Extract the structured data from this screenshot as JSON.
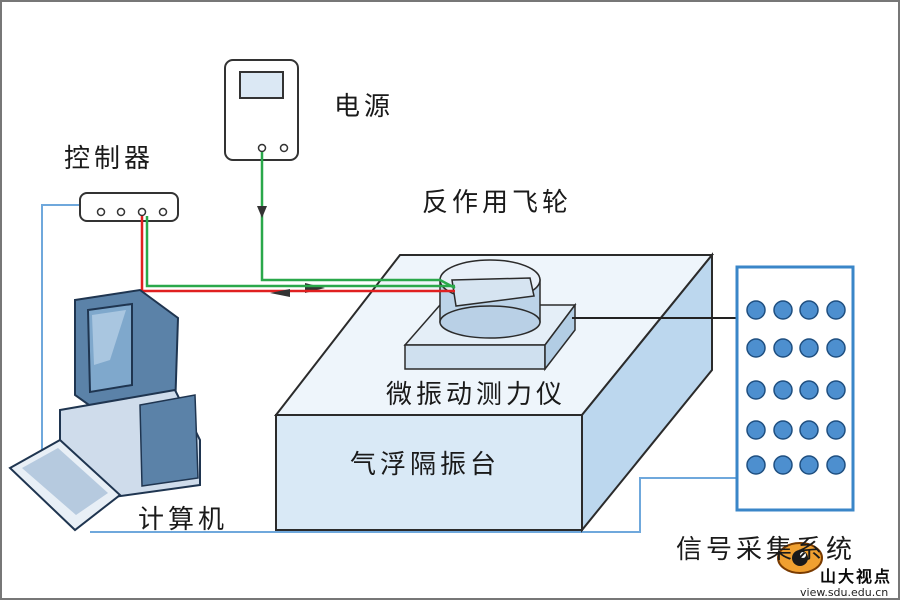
{
  "labels": {
    "power_supply": "电源",
    "controller": "控制器",
    "reaction_flywheel": "反作用飞轮",
    "micro_vibration_dynamometer": "微振动测力仪",
    "air_floating_table": "气浮隔振台",
    "computer": "计算机",
    "data_acquisition_system": "信号采集系统"
  },
  "watermark": {
    "text": "山大视点",
    "url": "view.sdu.edu.cn"
  },
  "colors": {
    "panel_blue": "#3a86c8",
    "power_wire": "#2aa84a",
    "control_wire": "#e02020",
    "signal_wire": "#6fa8dc",
    "table_face": "#e6f1fa",
    "dot_fill": "#4d8fcf"
  }
}
